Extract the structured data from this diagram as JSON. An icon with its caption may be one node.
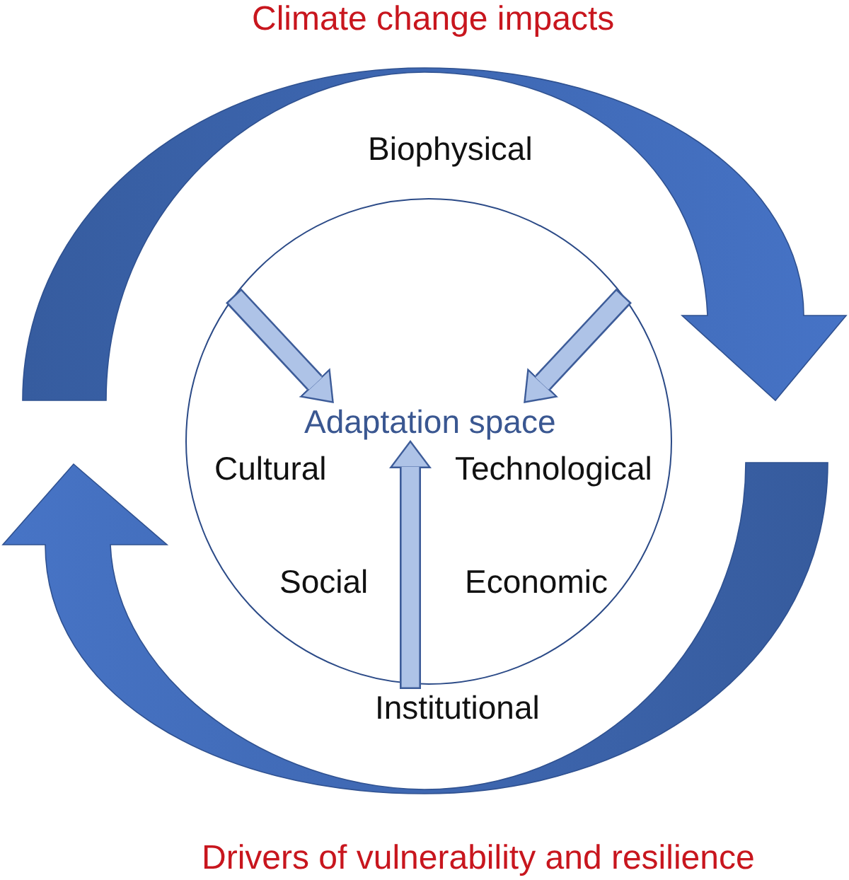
{
  "diagram": {
    "nodes": [
      {
        "text": [
          "Cultural",
          "Technological",
          "Social",
          "Economic"
        ]
      },
      {
        "text": [
          "Adaptation space"
        ],
        "in": 0
      },
      {
        "text": [
          "Institutional"
        ]
      }
    ],
    "edges": [
      {
        "from": null,
        "to": 1,
        "arrow": "to"
      },
      {
        "from": null,
        "to": 1,
        "arrow": "to"
      },
      {
        "from": 2,
        "to": 1,
        "arrow": "to"
      }
    ],
    "labels": [
      "Climate change impacts",
      "Biophysical",
      "Drivers of vulnerability and resilience"
    ]
  }
}
